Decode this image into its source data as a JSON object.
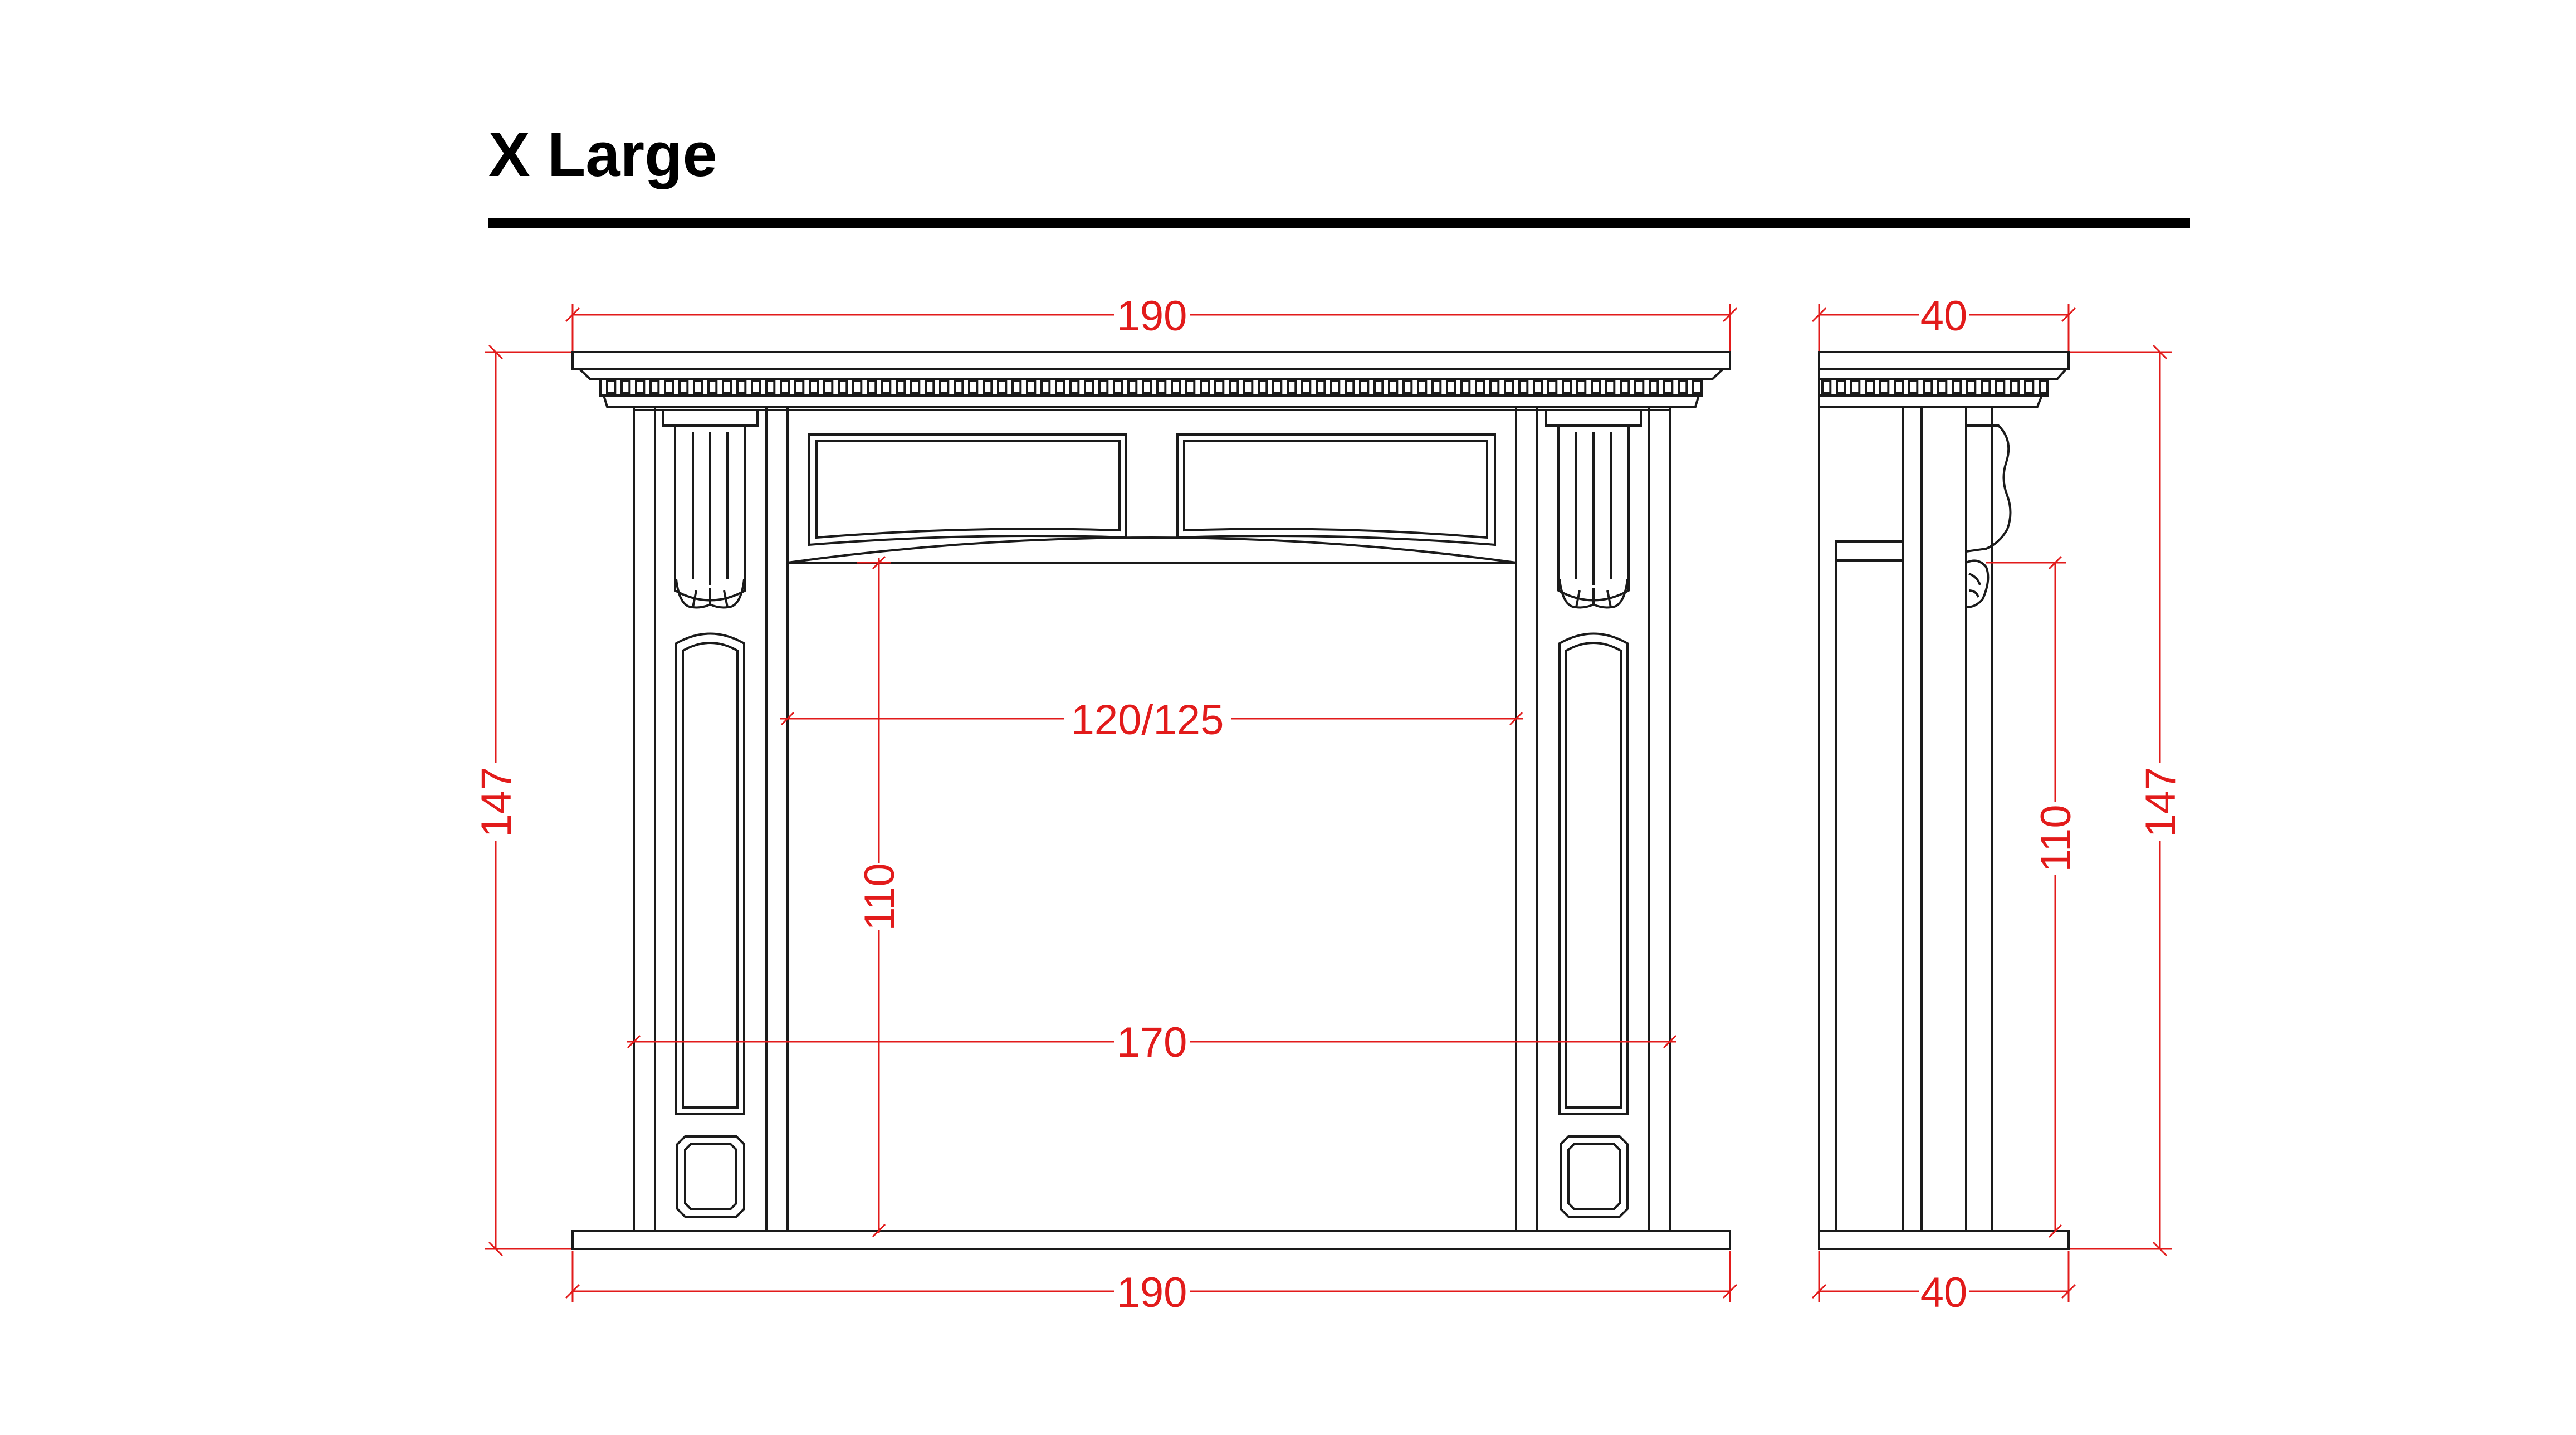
{
  "title": "X Large",
  "colors": {
    "outline": "#1a1a1a",
    "dimension": "#e21b1b",
    "rule": "#000000"
  },
  "front_view": {
    "top_width": "190",
    "bottom_width": "190",
    "overall_height": "147",
    "opening_width": "120/125",
    "opening_height": "110",
    "inner_width": "170"
  },
  "side_view": {
    "top_depth": "40",
    "bottom_depth": "40",
    "opening_height": "110",
    "overall_height": "147"
  }
}
